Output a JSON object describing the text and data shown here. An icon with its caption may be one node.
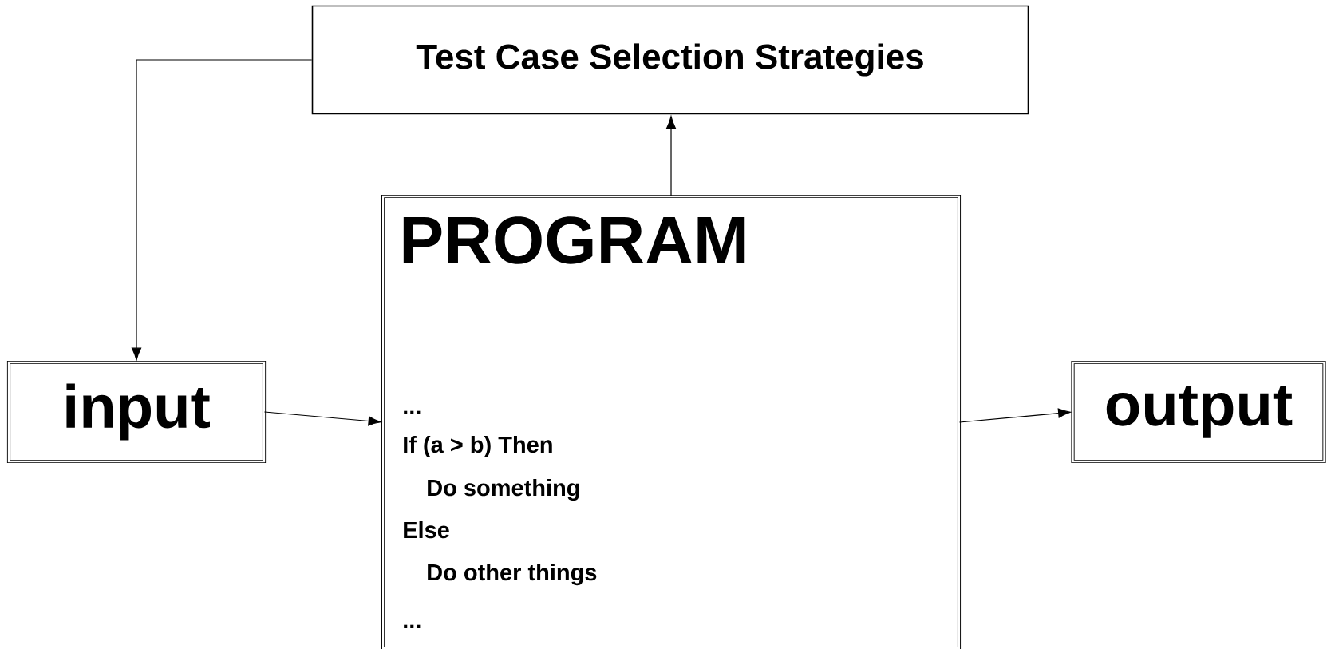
{
  "diagram": {
    "nodes": [
      {
        "text": [
          "Test Case Selection Strategies"
        ]
      },
      {
        "text": [
          "PROGRAM",
          "...",
          "If (a > b) Then",
          "Do something",
          "Else",
          "Do other things",
          "..."
        ]
      },
      {
        "text": [
          "input"
        ]
      },
      {
        "text": [
          "output"
        ]
      }
    ],
    "edges": [
      {
        "from": 0,
        "to": 2,
        "arrow": "to"
      },
      {
        "from": 1,
        "to": 0,
        "arrow": "to"
      },
      {
        "from": 2,
        "to": 1,
        "arrow": "to"
      },
      {
        "from": 1,
        "to": 3,
        "arrow": "to"
      }
    ]
  }
}
